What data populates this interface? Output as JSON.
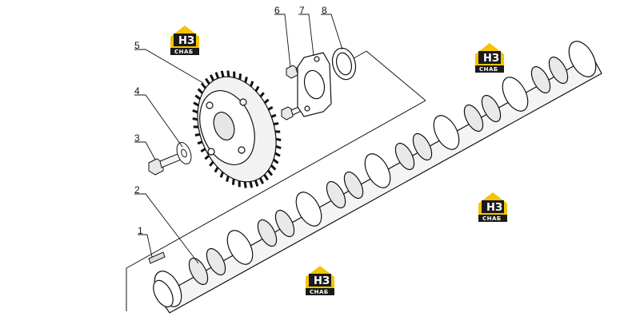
{
  "callouts": [
    {
      "num": "1"
    },
    {
      "num": "2"
    },
    {
      "num": "3"
    },
    {
      "num": "4"
    },
    {
      "num": "5"
    },
    {
      "num": "6"
    },
    {
      "num": "7"
    },
    {
      "num": "8"
    }
  ],
  "watermark": {
    "top_text": "НЗ",
    "bottom_text": "СНАБ",
    "brand_color": "#f5c400",
    "plate_color": "#1a1a1a"
  },
  "colors": {
    "line": "#111111",
    "background": "#ffffff"
  }
}
